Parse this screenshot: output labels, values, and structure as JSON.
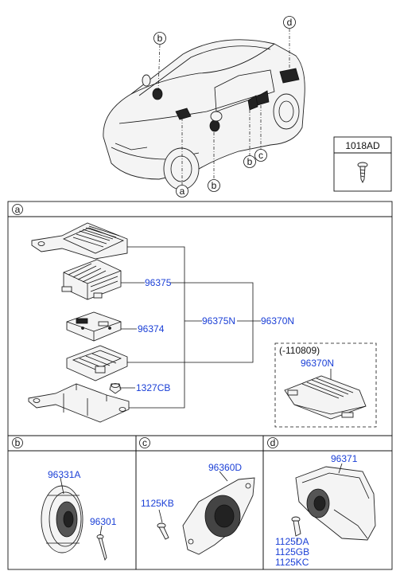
{
  "car_callouts": {
    "a": "a",
    "b": "b",
    "c": "c",
    "d": "d"
  },
  "ref_box": {
    "part_no": "1018AD"
  },
  "section_a": {
    "letter": "a",
    "labels": {
      "p96375": "96375",
      "p96374": "96374",
      "p96375N": "96375N",
      "p96370N": "96370N",
      "p1327CB": "1327CB"
    },
    "sub_box": {
      "date_note": "(-110809)",
      "part_no": "96370N"
    }
  },
  "section_b": {
    "letter": "b",
    "labels": {
      "p96331A": "96331A",
      "p96301": "96301"
    }
  },
  "section_c": {
    "letter": "c",
    "labels": {
      "p96360D": "96360D",
      "p1125KB": "1125KB"
    }
  },
  "section_d": {
    "letter": "d",
    "labels": {
      "p96371": "96371",
      "p1125DA": "1125DA",
      "p1125GB": "1125GB",
      "p1125KC": "1125KC"
    }
  }
}
